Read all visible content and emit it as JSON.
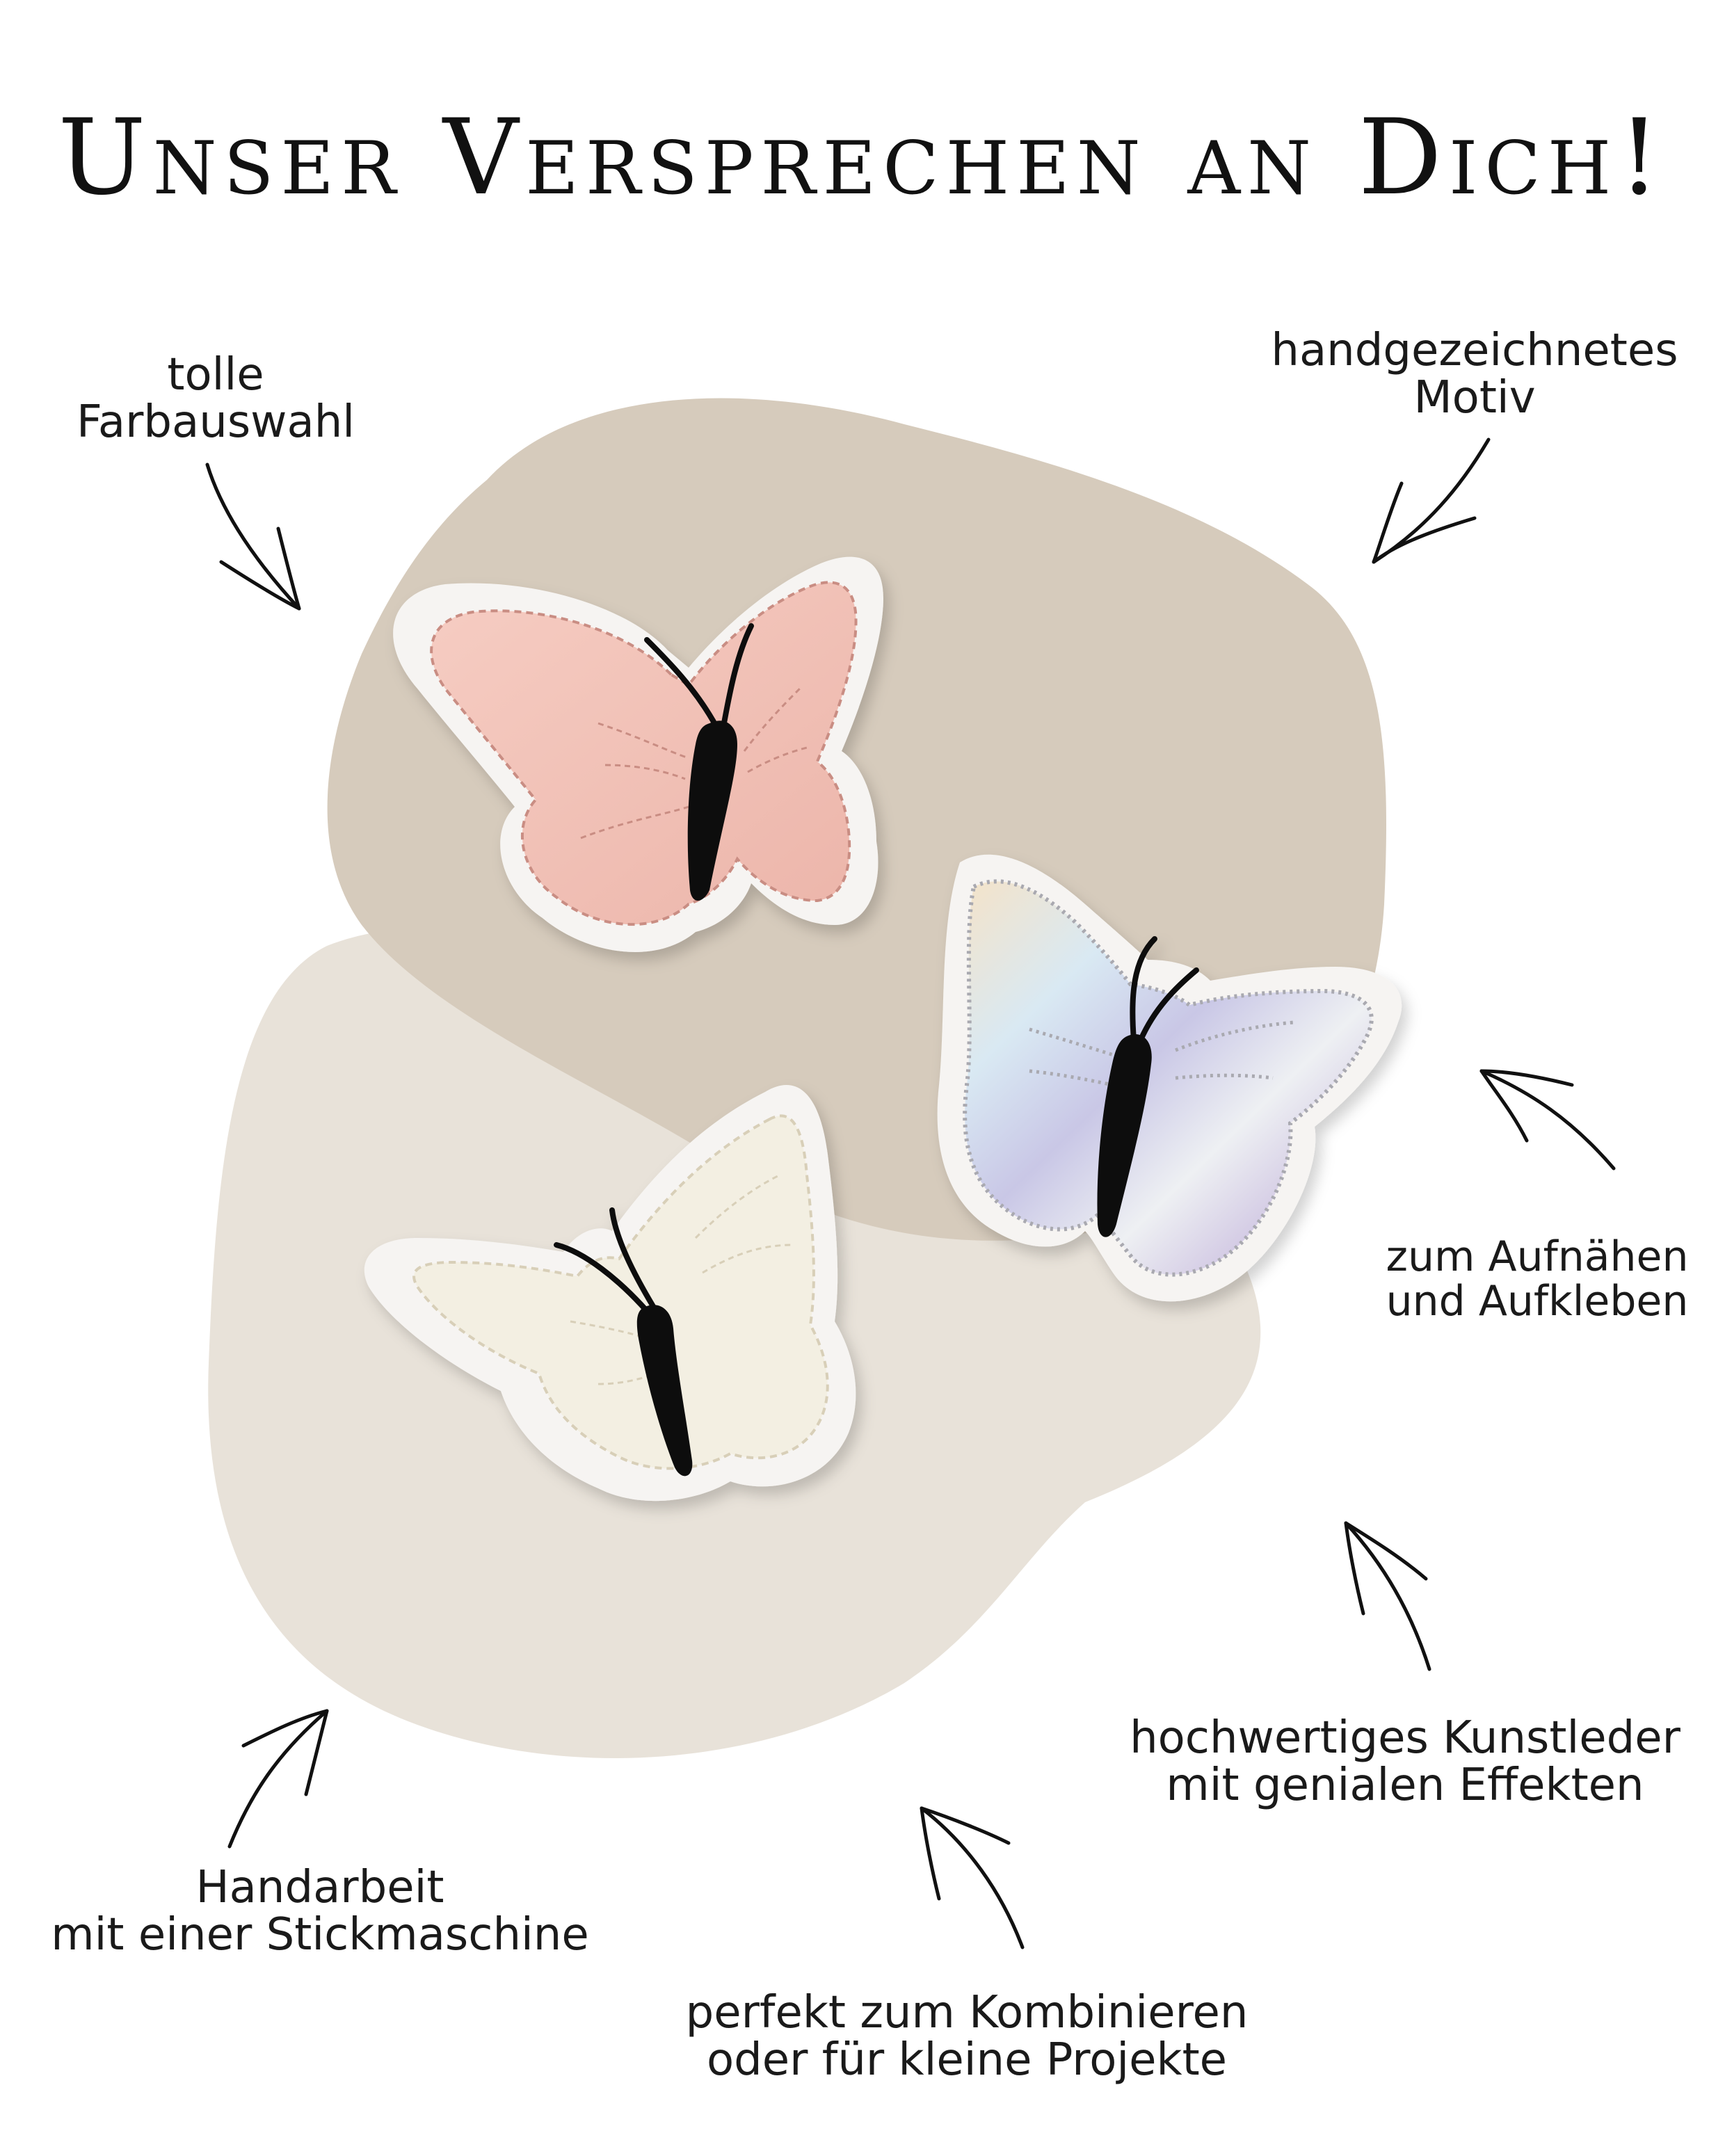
{
  "title": "Unser Versprechen an Dich!",
  "colors": {
    "blob_dark": "#d6cbbc",
    "blob_light": "#e8e2d9",
    "felt": "#f5f3f1",
    "pink": "#f2c3b9",
    "cream": "#f5f1e4",
    "thread": "#111111"
  },
  "features": [
    {
      "lines": [
        "tolle",
        "Farbauswahl"
      ]
    },
    {
      "lines": [
        "handgezeichnetes",
        "Motiv"
      ]
    },
    {
      "lines": [
        "zum Aufnähen",
        "und Aufkleben"
      ]
    },
    {
      "lines": [
        "hochwertiges Kunstleder",
        "mit genialen Effekten"
      ]
    },
    {
      "lines": [
        "Handarbeit",
        "mit einer Stickmaschine"
      ]
    },
    {
      "lines": [
        "perfekt zum Kombinieren",
        "oder für kleine Projekte"
      ]
    }
  ],
  "icons": [
    "arrow-icon",
    "butterfly-pink-icon",
    "butterfly-holographic-icon",
    "butterfly-cream-icon"
  ]
}
